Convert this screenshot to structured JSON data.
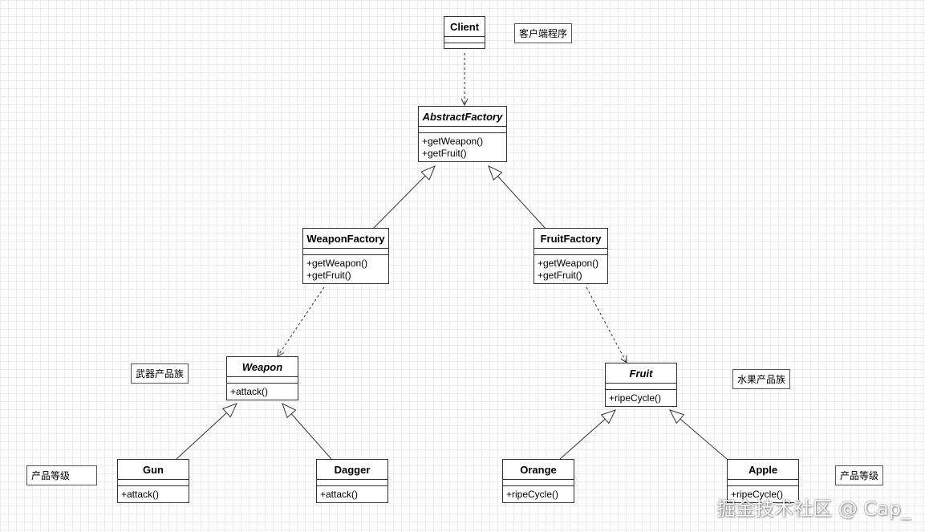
{
  "classes": {
    "client": {
      "name": "Client",
      "methods": []
    },
    "abstract_factory": {
      "name": "AbstractFactory",
      "methods": [
        "+getWeapon()",
        "+getFruit()"
      ]
    },
    "weapon_factory": {
      "name": "WeaponFactory",
      "methods": [
        "+getWeapon()",
        "+getFruit()"
      ]
    },
    "fruit_factory": {
      "name": "FruitFactory",
      "methods": [
        "+getWeapon()",
        "+getFruit()"
      ]
    },
    "weapon": {
      "name": "Weapon",
      "methods": [
        "+attack()"
      ]
    },
    "fruit": {
      "name": "Fruit",
      "methods": [
        "+ripeCycle()"
      ]
    },
    "gun": {
      "name": "Gun",
      "methods": [
        "+attack()"
      ]
    },
    "dagger": {
      "name": "Dagger",
      "methods": [
        "+attack()"
      ]
    },
    "orange": {
      "name": "Orange",
      "methods": [
        "+ripeCycle()"
      ]
    },
    "apple": {
      "name": "Apple",
      "methods": [
        "+ripeCycle()"
      ]
    }
  },
  "notes": {
    "client_note": "客户端程序",
    "weapon_family": "武器产品族",
    "fruit_family": "水果产品族",
    "level_left": "产品等级",
    "level_right": "产品等级"
  },
  "watermark": "掘金技术社区 @ Cap_"
}
